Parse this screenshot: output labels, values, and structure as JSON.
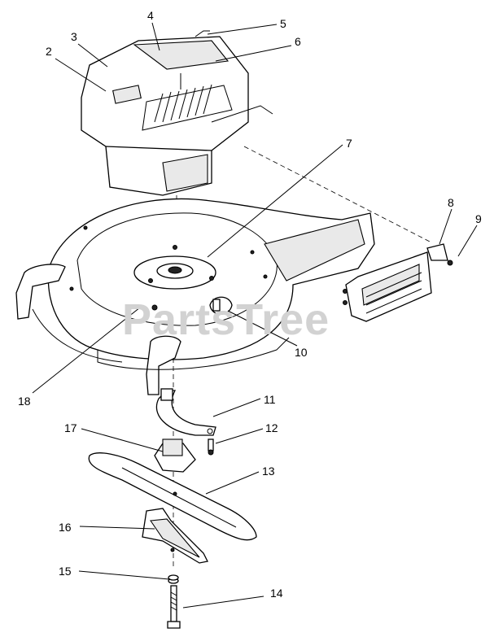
{
  "watermark": "PartsTree",
  "callouts": [
    {
      "id": "1",
      "label": "2"
    },
    {
      "id": "2",
      "label": "3"
    },
    {
      "id": "3",
      "label": "4"
    },
    {
      "id": "4",
      "label": "5"
    },
    {
      "id": "5",
      "label": "6"
    },
    {
      "id": "6",
      "label": "7"
    },
    {
      "id": "7",
      "label": "8"
    },
    {
      "id": "8",
      "label": "9"
    },
    {
      "id": "9",
      "label": "10"
    },
    {
      "id": "10",
      "label": "11"
    },
    {
      "id": "11",
      "label": "12"
    },
    {
      "id": "12",
      "label": "13"
    },
    {
      "id": "13",
      "label": "14"
    },
    {
      "id": "14",
      "label": "15"
    },
    {
      "id": "15",
      "label": "16"
    },
    {
      "id": "16",
      "label": "17"
    },
    {
      "id": "17",
      "label": "18"
    }
  ]
}
